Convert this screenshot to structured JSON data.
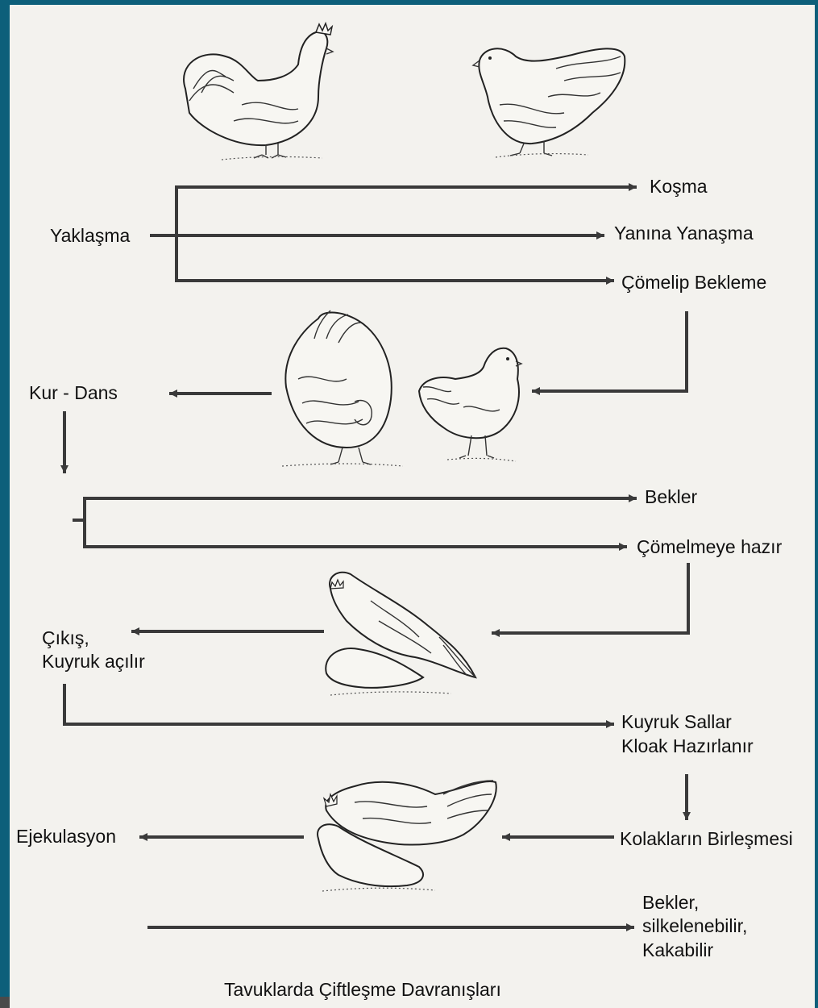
{
  "labels": {
    "kosma": "Koşma",
    "yaklasma": "Yaklaşma",
    "yanina_yanasma": "Yanına Yanaşma",
    "comelip_bekleme": "Çömelip  Bekleme",
    "kur_dans": "Kur - Dans",
    "bekler": "Bekler",
    "comelmeye_hazir": "Çömelmeye hazır",
    "cikis_line1": "Çıkış,",
    "cikis_line2": "Kuyruk açılır",
    "kuyruk_sallar": "Kuyruk Sallar",
    "kloak_hazirlanir": "Kloak Hazırlanır",
    "ejekulasyon": "Ejekulasyon",
    "kolaklarin_birlesmesi": "Kolakların Birleşmesi",
    "final_line1": "Bekler,",
    "final_line2": "silkelenebilir,",
    "final_line3": "Kakabilir"
  },
  "caption": "Tavuklarda Çiftleşme Davranışları",
  "colors": {
    "frame": "#0d5f7a",
    "background": "#f3f2ee",
    "arrow": "#3a3a3a"
  }
}
